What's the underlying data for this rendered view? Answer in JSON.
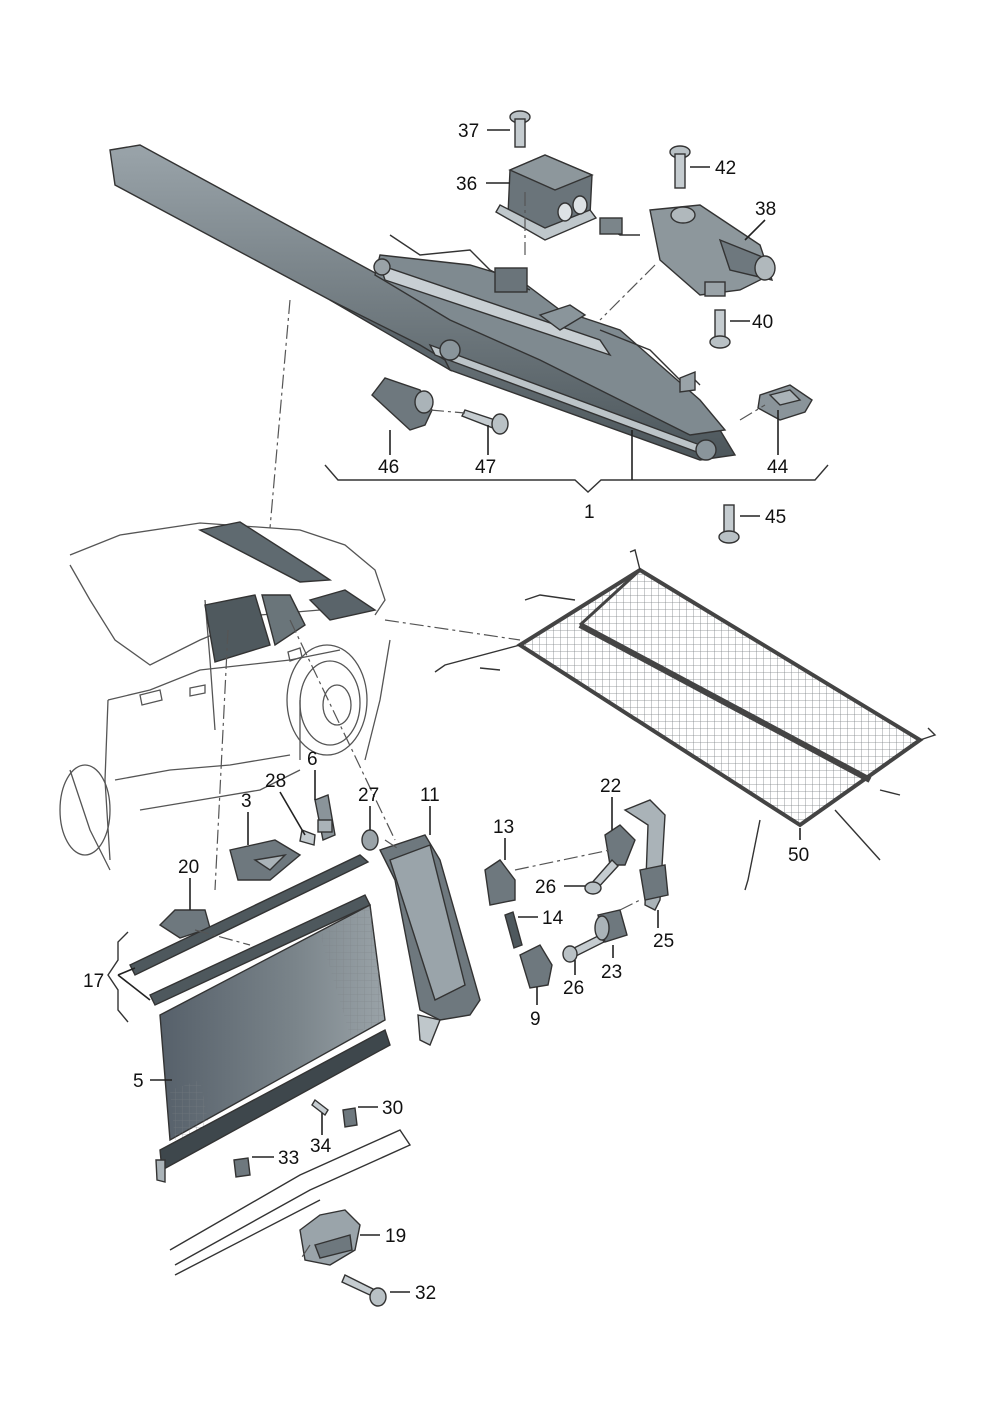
{
  "diagram": {
    "labels": [
      "37",
      "36",
      "42",
      "38",
      "40",
      "46",
      "47",
      "44",
      "1",
      "45",
      "6",
      "28",
      "3",
      "27",
      "11",
      "13",
      "22",
      "20",
      "26",
      "14",
      "25",
      "17",
      "23",
      "26",
      "9",
      "50",
      "5",
      "30",
      "34",
      "33",
      "19",
      "32"
    ],
    "colors": {
      "part_fill": "#6e7a80",
      "part_light": "#aab3b8",
      "part_dark": "#3e474c",
      "mesh": "#8a8f93",
      "car_line": "#555555"
    }
  }
}
